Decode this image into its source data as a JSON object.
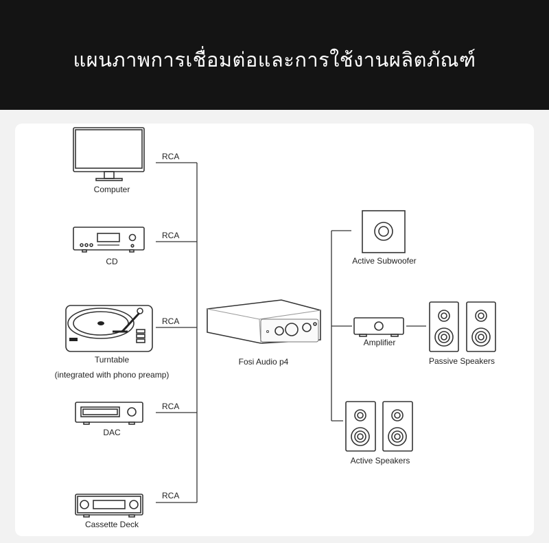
{
  "header": {
    "title": "แผนภาพการเชื่อมต่อและการใช้งานผลิตภัณฑ์"
  },
  "sources": [
    {
      "name": "Computer",
      "connection": "RCA"
    },
    {
      "name": "CD",
      "connection": "RCA"
    },
    {
      "name": "Turntable",
      "subtitle": "(integrated with phono preamp)",
      "connection": "RCA"
    },
    {
      "name": "DAC",
      "connection": "RCA"
    },
    {
      "name": "Cassette Deck",
      "connection": "RCA"
    }
  ],
  "center": {
    "name": "Fosi Audio p4"
  },
  "outputs": {
    "subwoofer": "Active Subwoofer",
    "amplifier": "Amplifier",
    "passive": "Passive Speakers",
    "active": "Active Speakers"
  }
}
